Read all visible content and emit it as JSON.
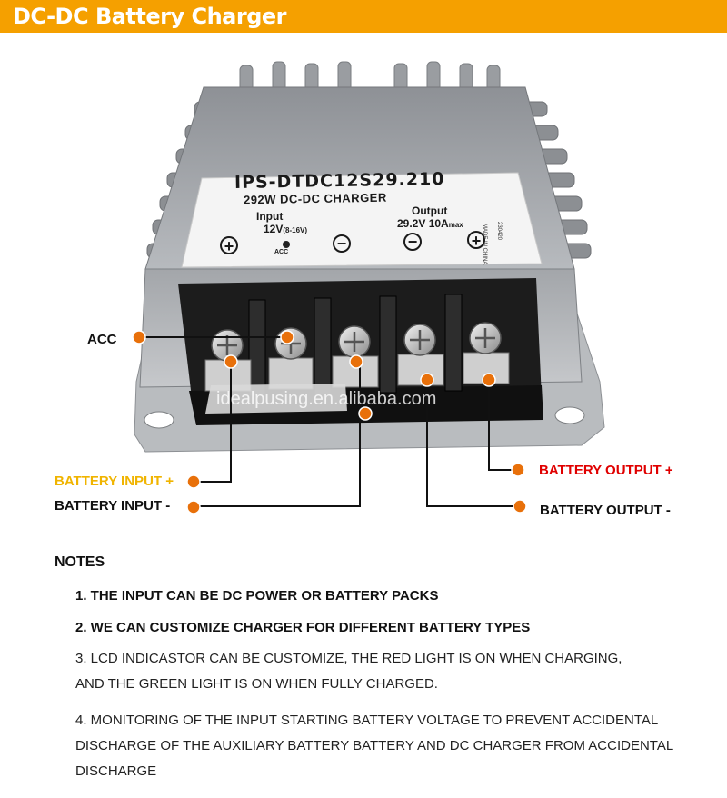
{
  "header": {
    "title": "DC-DC Battery Charger",
    "bg_color": "#f5a000"
  },
  "device": {
    "model": "IPS-DTDC12S29.210",
    "subtitle": "292W DC-DC CHARGER",
    "input_label": "Input",
    "input_value": "12V",
    "input_range": "(8-16V)",
    "output_label": "Output",
    "output_value": "29.2V 10A",
    "output_suffix": "max",
    "acc_mark": "ACC",
    "made_in": "MADE IN CHINA",
    "batch": "230420",
    "watermark": "idealpusing.en.alibaba.com"
  },
  "callouts": {
    "acc": "ACC",
    "battery_input_plus": "BATTERY INPUT +",
    "battery_input_minus": "BATTERY INPUT -",
    "battery_output_plus": "BATTERY OUTPUT +",
    "battery_output_minus": "BATTERY OUTPUT -",
    "dot_color": "#e8700a",
    "input_plus_color": "#f0b400",
    "output_plus_color": "#e00000"
  },
  "notes": {
    "heading": "NOTES",
    "items": [
      "1. THE INPUT CAN BE DC POWER OR BATTERY PACKS",
      "2. WE CAN CUSTOMIZE CHARGER FOR DIFFERENT BATTERY TYPES",
      "3. LCD INDICASTOR CAN BE CUSTOMIZE, THE RED LIGHT IS ON WHEN CHARGING,",
      "AND THE GREEN LIGHT IS ON WHEN FULLY CHARGED.",
      "4. MONITORING OF THE INPUT STARTING BATTERY VOLTAGE TO PREVENT ACCIDENTAL",
      "DISCHARGE OF THE AUXILIARY BATTERY BATTERY AND DC CHARGER FROM ACCIDENTAL",
      "DISCHARGE"
    ]
  }
}
